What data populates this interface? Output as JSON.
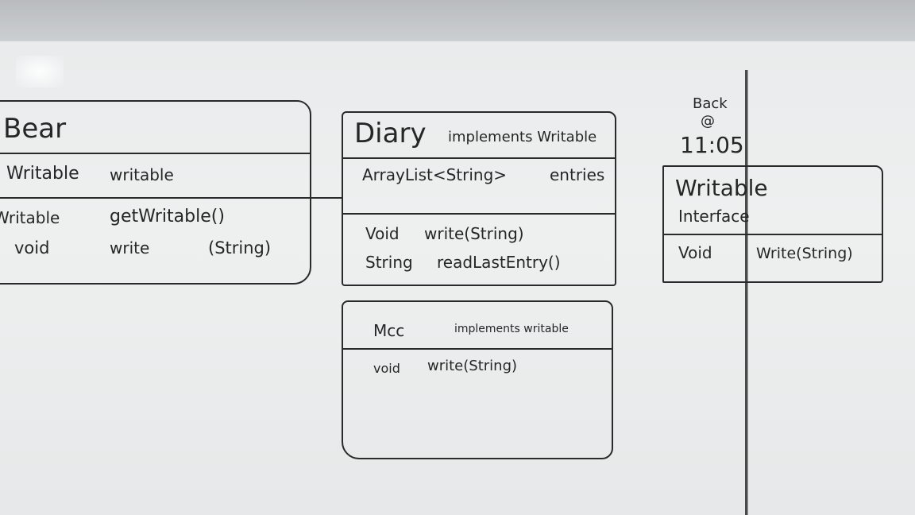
{
  "bear": {
    "title": "Bear",
    "field_type": "Writable",
    "field_name": "writable",
    "method1_type": "Writable",
    "method1_name": "getWritable()",
    "method2_type": "void",
    "method2_name": "write",
    "method2_params": "(String)"
  },
  "diary": {
    "title": "Diary",
    "implements": "implements Writable",
    "field_type": "ArrayList<String>",
    "field_name": "entries",
    "method1_type": "Void",
    "method1_name": "write(String)",
    "method2_type": "String",
    "method2_name": "readLastEntry()"
  },
  "mcc": {
    "title": "Mcc",
    "implements": "implements writable",
    "method1_type": "void",
    "method1_name": "write(String)"
  },
  "writable": {
    "title": "Writable",
    "stereotype": "Interface",
    "method1_type": "Void",
    "method1_name": "Write(String)"
  },
  "note": {
    "line1": "Back",
    "line2": "@",
    "line3": "11:05"
  }
}
